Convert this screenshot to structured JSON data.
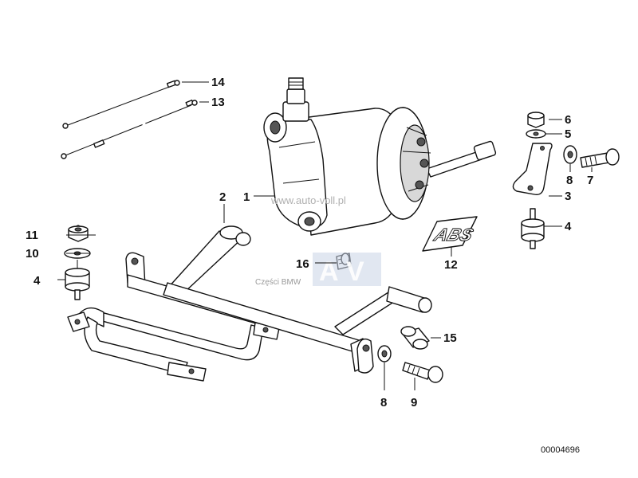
{
  "callouts": {
    "c1": "1",
    "c2": "2",
    "c3": "3",
    "c4a": "4",
    "c4b": "4",
    "c5": "5",
    "c6": "6",
    "c7": "7",
    "c8a": "8",
    "c8b": "8",
    "c9": "9",
    "c10": "10",
    "c11": "11",
    "c12": "12",
    "c13": "13",
    "c14": "14",
    "c15": "15",
    "c16": "16"
  },
  "watermark": {
    "url": "www.auto-voll.pl",
    "caption": "Części BMW",
    "logo_letters": "AV"
  },
  "diagram_code": "00004696",
  "abs_emblem_text": "ABS",
  "colors": {
    "line": "#111111",
    "watermark_box": "#c9d3e6",
    "watermark_text": "#9a9a9a"
  }
}
